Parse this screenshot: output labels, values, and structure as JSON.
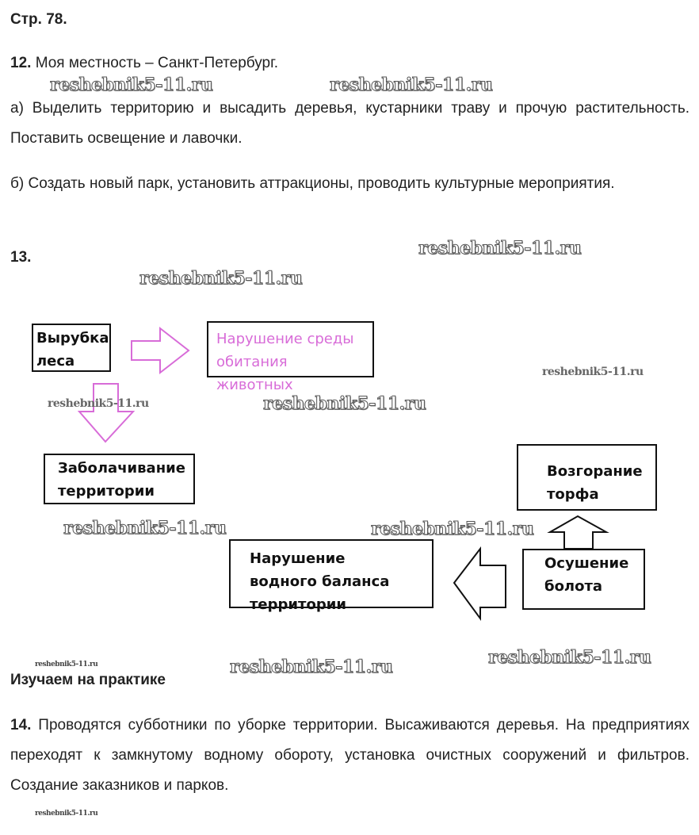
{
  "page_label": "Стр. 78.",
  "task12": {
    "num": "12.",
    "title": "Моя местность – Санкт-Петербург.",
    "a": "а) Выделить территорию и высадить деревья, кустарники траву и прочую растительность. Поставить освещение и лавочки.",
    "b": "б) Создать новый парк, установить аттракционы, проводить культурные мероприятия."
  },
  "task13": {
    "num": "13.",
    "diagram": {
      "cutting": "Вырубка леса",
      "habitat": "Нарушение среды обитания животных",
      "swamping": "Заболачивание территории",
      "peat_fire": "Возгорание торфа",
      "draining": "Осушение болота",
      "water_balance": "Нарушение водного баланса территории"
    },
    "colors": {
      "pink": "#d86cd8"
    }
  },
  "section_title": "Изучаем на практике",
  "task14": {
    "num": "14.",
    "text": "Проводятся субботники по уборке территории. Высаживаются деревья. На предприятиях переходят к замкнутому водному обороту, установка очистных сооружений и фильтров. Создание заказников и парков."
  },
  "watermark": "reshebnik5-11.ru"
}
